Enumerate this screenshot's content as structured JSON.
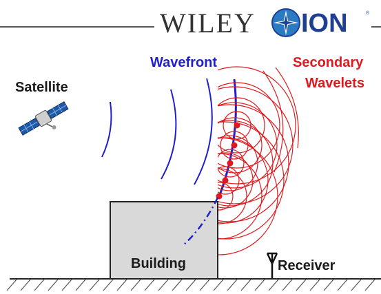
{
  "header": {
    "publisher": "WILEY",
    "society": "ION",
    "registered": "®"
  },
  "labels": {
    "satellite": "Satellite",
    "wavefront": "Wavefront",
    "secondary_line1": "Secondary",
    "secondary_line2": "Wavelets",
    "building": "Building",
    "receiver": "Receiver"
  },
  "colors": {
    "wavefront": "#1f1fcc",
    "wavelets": "#e0191e",
    "building_fill": "#d9d9d9",
    "ion_blue": "#1f3f95",
    "text": "#1a1a1a"
  },
  "icons": {
    "satellite": "satellite-icon",
    "antenna": "antenna-icon",
    "compass": "compass-star-icon"
  }
}
